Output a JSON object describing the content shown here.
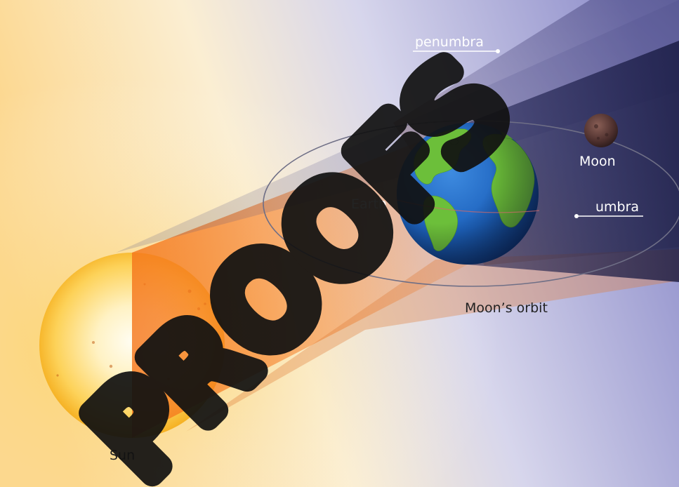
{
  "labels": {
    "penumbra": "penumbra",
    "umbra": "umbra",
    "earth": "Earth",
    "moon": "Moon",
    "moons_orbit": "Moon’s orbit",
    "sun": "Sun"
  },
  "watermark": "PROOFS",
  "colors": {
    "background_warm": "#fbe3a6",
    "background_cool": "#8f8fcb",
    "sun_core": "#fffdf0",
    "sun_edge": "#f7b514",
    "ocean": "#1f63bf",
    "land": "#6cbf3a",
    "moon": "#5b3a36",
    "orbit": "#6f6f86",
    "shadow": "#1f2150",
    "label_light": "#ffffff",
    "label_dark": "#222222",
    "watermark": "#111111"
  }
}
